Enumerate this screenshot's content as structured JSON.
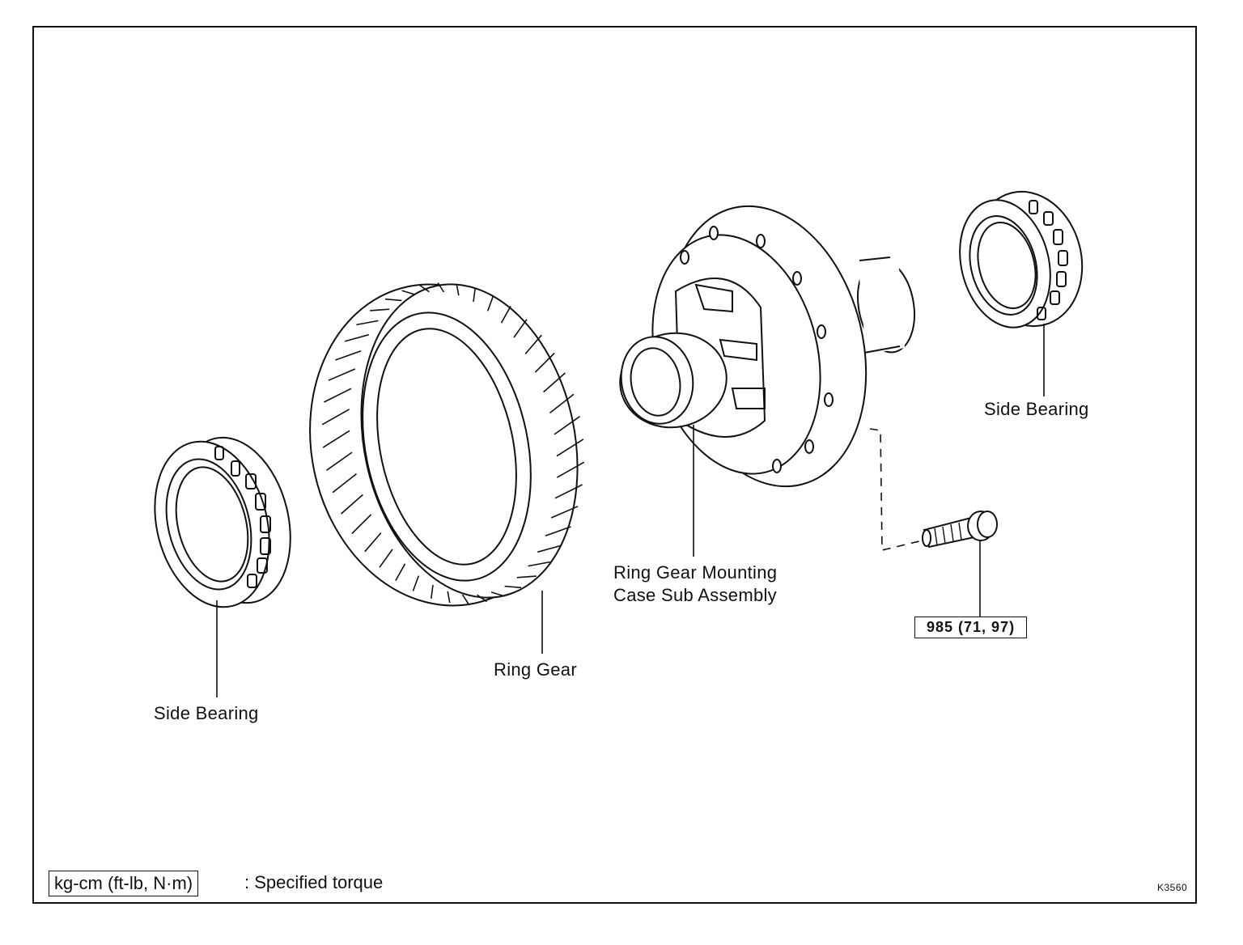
{
  "labels": {
    "side_bearing_left": "Side Bearing",
    "side_bearing_right": "Side Bearing",
    "ring_gear": "Ring Gear",
    "mounting_case_line1": "Ring Gear Mounting",
    "mounting_case_line2": "Case Sub Assembly",
    "bolt_torque": "985 (71, 97)"
  },
  "legend": {
    "unit_box": "kg-cm (ft-lb, N·m)",
    "description": ": Specified torque"
  },
  "figure_code": "K3560"
}
